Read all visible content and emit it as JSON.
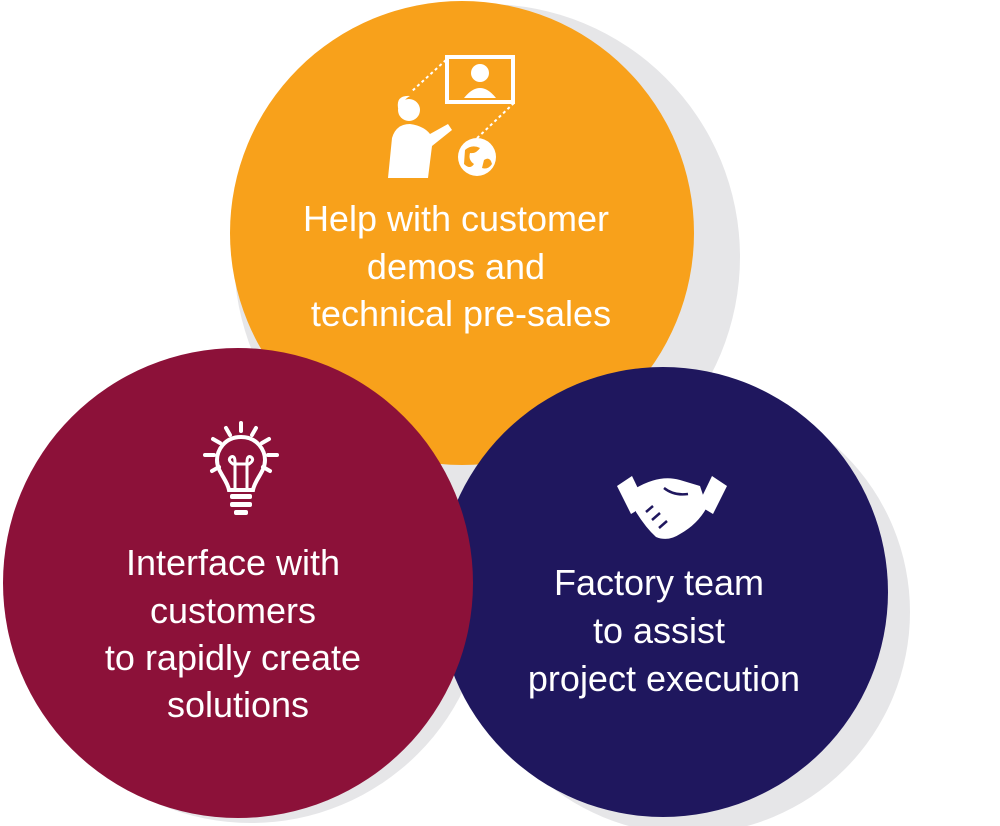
{
  "colors": {
    "orange": "#F8A11B",
    "maroon": "#8C1139",
    "navy": "#1F175E",
    "shadow": "#E4E4E6",
    "text": "#ffffff"
  },
  "circles": [
    {
      "id": "presales",
      "icon": "presenter-icon",
      "lines": [
        "Help with customer",
        "demos and",
        "technical pre-sales"
      ]
    },
    {
      "id": "interface",
      "icon": "lightbulb-icon",
      "lines": [
        "Interface with",
        "customers",
        "to rapidly create",
        "solutions"
      ]
    },
    {
      "id": "factory",
      "icon": "handshake-icon",
      "lines": [
        "Factory team",
        "to assist",
        "project execution"
      ]
    }
  ]
}
